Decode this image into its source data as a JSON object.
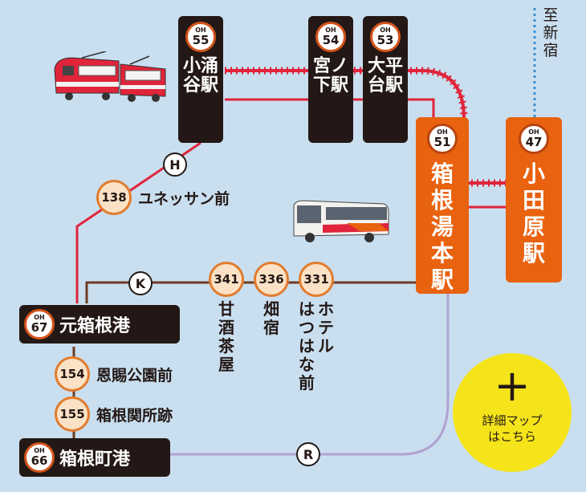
{
  "colors": {
    "background": "#c9dff0",
    "rail_red": "#e0243a",
    "bus_brown": "#6e3b22",
    "ship_lilac": "#b1a2d0",
    "odakyu_blue": "#3c8fd0",
    "station_dark": "#231815",
    "station_orange": "#e8620f",
    "detail_yellow": "#f5e41a"
  },
  "stations": {
    "kowakudani": {
      "prefix": "OH",
      "number": "55",
      "name": "小涌谷駅"
    },
    "miyanoshita": {
      "prefix": "OH",
      "number": "54",
      "name": "宮ノ下駅"
    },
    "ohiradai": {
      "prefix": "OH",
      "number": "53",
      "name": "大平台駅"
    },
    "hakone_yumoto": {
      "prefix": "OH",
      "number": "51",
      "name": "箱根湯本駅"
    },
    "odawara": {
      "prefix": "OH",
      "number": "47",
      "name": "小田原駅"
    },
    "motohakone_port": {
      "prefix": "OH",
      "number": "67",
      "name": "元箱根港"
    },
    "hakonemachi_port": {
      "prefix": "OH",
      "number": "66",
      "name": "箱根町港"
    }
  },
  "bus_stops": {
    "s138": {
      "number": "138",
      "name": "ユネッサン前"
    },
    "s341": {
      "number": "341",
      "name": "甘酒茶屋"
    },
    "s336": {
      "number": "336",
      "name": "畑宿"
    },
    "s331": {
      "number": "331",
      "name": "ホテルはつはな前"
    },
    "s154": {
      "number": "154",
      "name": "恩賜公園前"
    },
    "s155": {
      "number": "155",
      "name": "箱根関所跡"
    }
  },
  "route_letters": {
    "h": "H",
    "k": "K",
    "r": "R"
  },
  "toward_shinjuku": "至新宿",
  "detail_map": {
    "plus": "+",
    "line1": "詳細マップ",
    "line2": "はこちら"
  }
}
